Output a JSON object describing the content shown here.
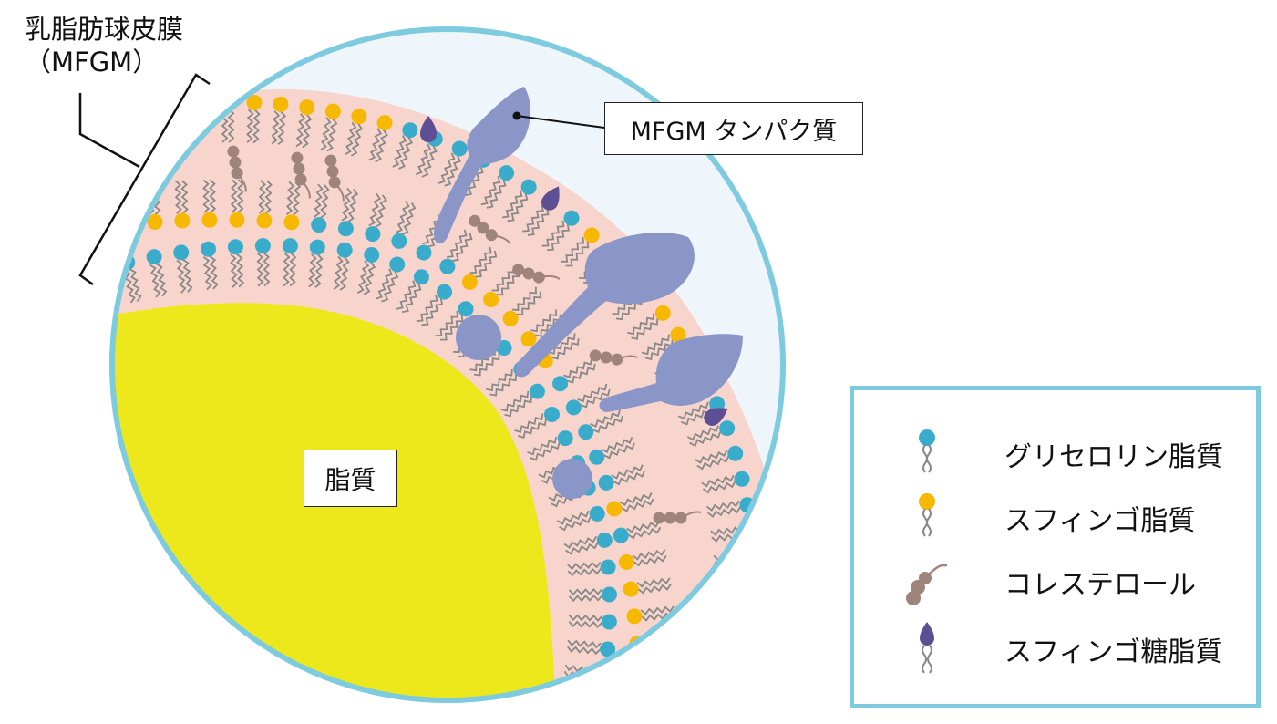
{
  "title_label": {
    "line1": "乳脂肪球皮膜",
    "line2": "（MFGM）"
  },
  "fat_label": "脂質",
  "protein_label": "MFGM タンパク質",
  "legend": {
    "items": [
      {
        "label": "グリセロリン脂質",
        "icon": "glycerophospholipid-icon"
      },
      {
        "label": "スフィンゴ脂質",
        "icon": "sphingolipid-icon"
      },
      {
        "label": "コレステロール",
        "icon": "cholesterol-icon"
      },
      {
        "label": "スフィンゴ糖脂質",
        "icon": "glycosphingolipid-icon"
      }
    ]
  },
  "colors": {
    "circle_border": "#7ecbe0",
    "outside": "#eef5fb",
    "membrane": "#f8d5cc",
    "fat": "#ede81c",
    "glycerophospholipid": "#3aaccb",
    "sphingolipid": "#f6b800",
    "cholesterol": "#9e847a",
    "glycosphingolipid": "#5e4f94",
    "protein": "#8b96c8",
    "tail": "#888888"
  }
}
